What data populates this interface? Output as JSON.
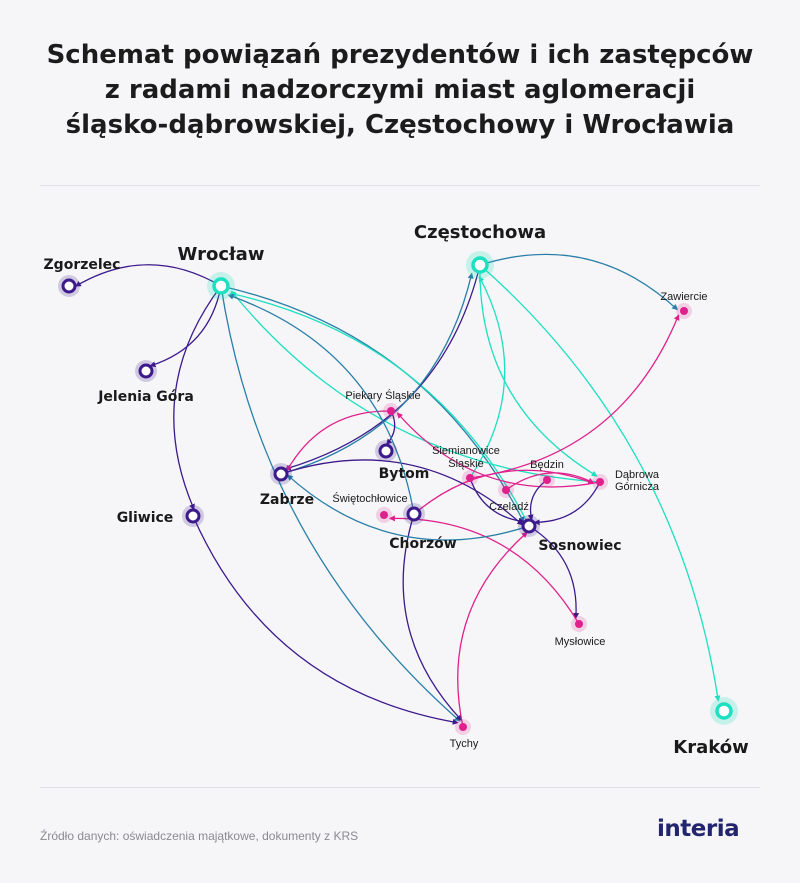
{
  "title": {
    "line1": "Schemat powiązań prezydentów i ich zastępców",
    "line2": "z radami nadzorczymi miast aglomeracji",
    "line3": "śląsko-dąbrowskiej, Częstochowy i Wrocławia"
  },
  "footer": {
    "source": "Źródło danych: oświadczenia majątkowe, dokumenty z KRS",
    "logo": "interia"
  },
  "colors": {
    "teal": "#1de0c0",
    "purple": "#3c1a8c",
    "pink": "#e0208c",
    "blue": "#2a7fa8"
  },
  "nodes": [
    {
      "id": "wroclaw",
      "label": "Wrocław",
      "kind": "major"
    },
    {
      "id": "czestochowa",
      "label": "Częstochowa",
      "kind": "major"
    },
    {
      "id": "krakow",
      "label": "Kraków",
      "kind": "major"
    },
    {
      "id": "zgorzelec",
      "label": "Zgorzelec",
      "kind": "city"
    },
    {
      "id": "jelenia_gora",
      "label": "Jelenia Góra",
      "kind": "city"
    },
    {
      "id": "gliwice",
      "label": "Gliwice",
      "kind": "city"
    },
    {
      "id": "zabrze",
      "label": "Zabrze",
      "kind": "city"
    },
    {
      "id": "bytom",
      "label": "Bytom",
      "kind": "city"
    },
    {
      "id": "chorzow",
      "label": "Chorzów",
      "kind": "city"
    },
    {
      "id": "sosnowiec",
      "label": "Sosnowiec",
      "kind": "city"
    },
    {
      "id": "piekary",
      "label": "Piekary Śląskie",
      "kind": "town"
    },
    {
      "id": "siemianowice",
      "label": "Siemianowice",
      "label2": "Śląskie",
      "kind": "town"
    },
    {
      "id": "swietochlowice",
      "label": "Świętochłowice",
      "kind": "town"
    },
    {
      "id": "czeladz",
      "label": "Czeladź",
      "kind": "town"
    },
    {
      "id": "bedzin",
      "label": "Będzin",
      "kind": "town"
    },
    {
      "id": "dabrowa",
      "label": "Dąbrowa",
      "label2": "Górnicza",
      "kind": "town"
    },
    {
      "id": "zawiercie",
      "label": "Zawiercie",
      "kind": "town"
    },
    {
      "id": "myslowice",
      "label": "Mysłowice",
      "kind": "town"
    },
    {
      "id": "tychy",
      "label": "Tychy",
      "kind": "town"
    }
  ],
  "edges": [
    {
      "from": "wroclaw",
      "to": "zgorzelec",
      "color": "purple"
    },
    {
      "from": "wroclaw",
      "to": "jelenia_gora",
      "color": "purple"
    },
    {
      "from": "wroclaw",
      "to": "gliwice",
      "color": "purple"
    },
    {
      "from": "wroclaw",
      "to": "sosnowiec",
      "color": "blue"
    },
    {
      "from": "wroclaw",
      "to": "tychy",
      "color": "blue"
    },
    {
      "from": "dabrowa",
      "to": "wroclaw",
      "color": "teal"
    },
    {
      "from": "sosnowiec",
      "to": "wroclaw",
      "color": "teal"
    },
    {
      "from": "czestochowa",
      "to": "krakow",
      "color": "teal"
    },
    {
      "from": "czestochowa",
      "to": "dabrowa",
      "color": "teal"
    },
    {
      "from": "czestochowa",
      "to": "zabrze",
      "color": "purple"
    },
    {
      "from": "zabrze",
      "to": "czestochowa",
      "color": "blue"
    },
    {
      "from": "czestochowa",
      "to": "zawiercie",
      "color": "blue"
    },
    {
      "from": "siemianowice",
      "to": "czestochowa",
      "color": "teal"
    },
    {
      "from": "piekary",
      "to": "bytom",
      "color": "purple"
    },
    {
      "from": "piekary",
      "to": "zabrze",
      "color": "pink"
    },
    {
      "from": "dabrowa",
      "to": "piekary",
      "color": "pink"
    },
    {
      "from": "siemianowice",
      "to": "zawiercie",
      "color": "pink"
    },
    {
      "from": "czeladz",
      "to": "dabrowa",
      "color": "pink"
    },
    {
      "from": "bedzin",
      "to": "sosnowiec",
      "color": "purple"
    },
    {
      "from": "dabrowa",
      "to": "sosnowiec",
      "color": "purple"
    },
    {
      "from": "siemianowice",
      "to": "sosnowiec",
      "color": "purple"
    },
    {
      "from": "sosnowiec",
      "to": "myslowice",
      "color": "purple"
    },
    {
      "from": "myslowice",
      "to": "swietochlowice",
      "color": "pink"
    },
    {
      "from": "chorzow",
      "to": "dabrowa",
      "color": "pink"
    },
    {
      "from": "chorzow",
      "to": "tychy",
      "color": "purple"
    },
    {
      "from": "tychy",
      "to": "sosnowiec",
      "color": "pink"
    },
    {
      "from": "gliwice",
      "to": "tychy",
      "color": "purple"
    },
    {
      "from": "zabrze",
      "to": "sosnowiec",
      "color": "purple"
    },
    {
      "from": "chorzow",
      "to": "wroclaw",
      "color": "blue"
    },
    {
      "from": "sosnowiec",
      "to": "zabrze",
      "color": "blue"
    }
  ]
}
